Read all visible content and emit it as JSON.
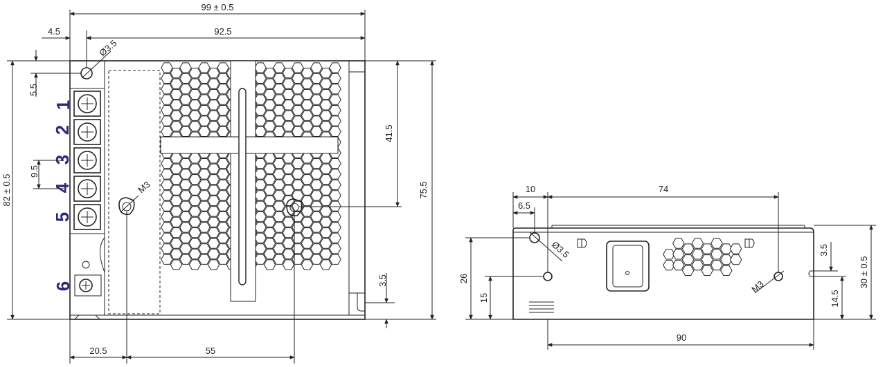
{
  "front_view": {
    "dimensions": {
      "overall_width": "99 ± 0.5",
      "hole_offset_left": "4.5",
      "hole_spacing_top": "92.5",
      "hole_diameter": "Ø3.5",
      "hole_offset_top": "5.5",
      "overall_height": "82 ± 0.5",
      "terminal_pitch": "9.5",
      "mount_screw_left": "M3",
      "right_hole_from_top": "41.5",
      "right_hole_span": "75.5",
      "bottom_notch": "3.5",
      "mount_left_from_edge": "20.5",
      "mount_spacing": "55"
    },
    "terminals": [
      "1",
      "2",
      "3",
      "4",
      "5",
      "6"
    ]
  },
  "side_view": {
    "dimensions": {
      "hole_offset_10": "10",
      "hole_spacing_74": "74",
      "hole_offset_6_5": "6.5",
      "hole_diameter": "Ø3.5",
      "height_26": "26",
      "height_15": "15",
      "mount_screw": "M3",
      "top_offset": "3.5",
      "bottom_offset": "14.5",
      "overall_height": "30 ± 0.5",
      "mount_spacing": "90"
    }
  }
}
